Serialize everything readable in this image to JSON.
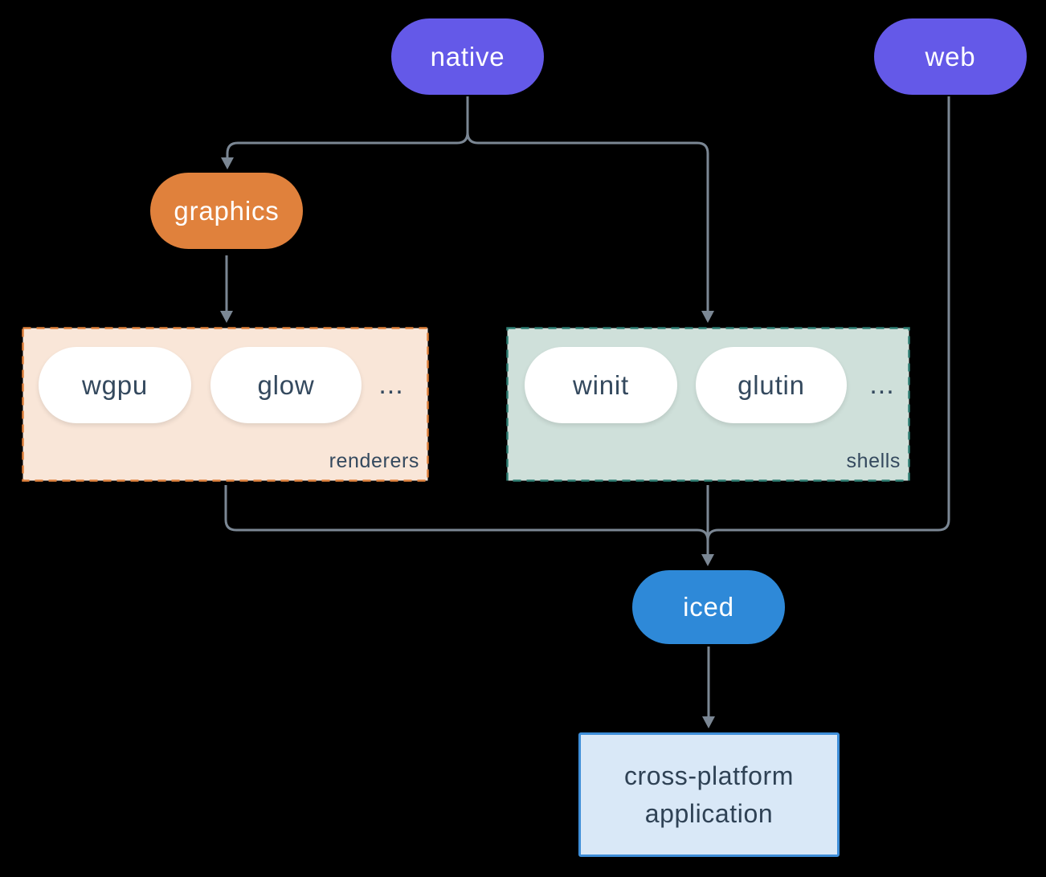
{
  "canvas": {
    "background": "#000000",
    "connector_color": "#7b8794"
  },
  "nodes": {
    "native": {
      "label": "native",
      "fill": "#6459e8",
      "text_color": "#ffffff"
    },
    "web": {
      "label": "web",
      "fill": "#6459e8",
      "text_color": "#ffffff"
    },
    "graphics": {
      "label": "graphics",
      "fill": "#e0813c",
      "text_color": "#ffffff"
    },
    "iced": {
      "label": "iced",
      "fill": "#2e89d8",
      "text_color": "#ffffff"
    },
    "app": {
      "line1": "cross-platform",
      "line2": "application",
      "fill": "#d9e8f7",
      "border": "#3e8ed9",
      "text_color": "#2f4255"
    }
  },
  "groups": {
    "renderers": {
      "label": "renderers",
      "ellipsis": "...",
      "fill": "#f9e6d8",
      "border": "#e0813c",
      "text_color": "#34495e",
      "items": [
        {
          "label": "wgpu"
        },
        {
          "label": "glow"
        }
      ]
    },
    "shells": {
      "label": "shells",
      "ellipsis": "...",
      "fill": "#cfe0da",
      "border": "#2e7d72",
      "text_color": "#34495e",
      "items": [
        {
          "label": "winit"
        },
        {
          "label": "glutin"
        }
      ]
    }
  },
  "edges": [
    {
      "from": "native",
      "to": "graphics"
    },
    {
      "from": "native",
      "to": "shells"
    },
    {
      "from": "graphics",
      "to": "renderers"
    },
    {
      "from": "renderers",
      "to": "iced"
    },
    {
      "from": "shells",
      "to": "iced"
    },
    {
      "from": "web",
      "to": "iced"
    },
    {
      "from": "iced",
      "to": "app"
    }
  ]
}
